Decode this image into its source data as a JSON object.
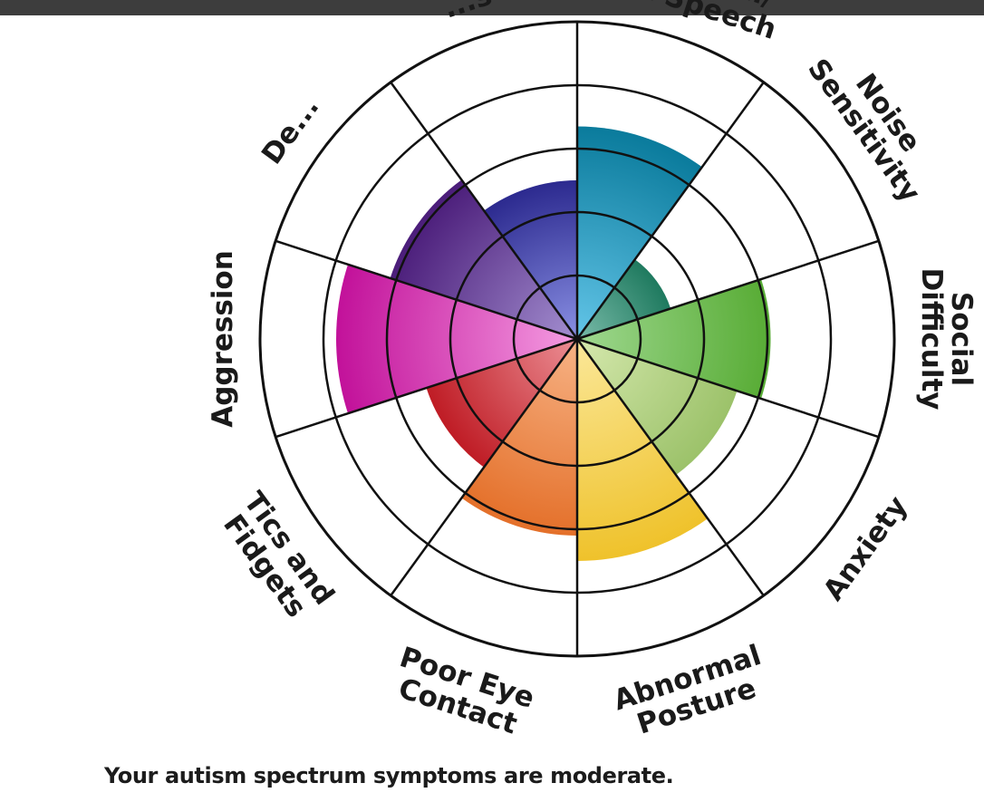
{
  "page": {
    "result_text": "Your autism spectrum symptoms are moderate."
  },
  "chart_data": {
    "type": "polar-area",
    "title": "",
    "scale_rings": 5,
    "max_value": 5,
    "categories": [
      {
        "label_lines": [
          "Abnormal/",
          "Flat Speech"
        ],
        "value": 3.35,
        "colors": [
          "#63c5e8",
          "#0a7b9c"
        ]
      },
      {
        "label_lines": [
          "Noise",
          "Sensitivity"
        ],
        "value": 1.55,
        "colors": [
          "#79bba9",
          "#1f7a5f"
        ]
      },
      {
        "label_lines": [
          "Social",
          "Difficulty"
        ],
        "value": 3.05,
        "colors": [
          "#9fd890",
          "#58ac35"
        ]
      },
      {
        "label_lines": [
          "Anxiety"
        ],
        "value": 2.65,
        "colors": [
          "#d5e8ad",
          "#9cc26a"
        ]
      },
      {
        "label_lines": [
          "Abnormal",
          "Posture"
        ],
        "value": 3.5,
        "colors": [
          "#fbe89a",
          "#efc22b"
        ]
      },
      {
        "label_lines": [
          "Poor Eye",
          "Contact"
        ],
        "value": 3.1,
        "colors": [
          "#f7b386",
          "#e4702a"
        ]
      },
      {
        "label_lines": [
          "Tics and",
          "Fidgets"
        ],
        "value": 2.5,
        "colors": [
          "#ec8f95",
          "#bf1c25"
        ]
      },
      {
        "label_lines": [
          "Aggression"
        ],
        "value": 3.8,
        "colors": [
          "#f59de2",
          "#c2119a"
        ]
      },
      {
        "label_lines": [
          "De..."
        ],
        "value": 3.1,
        "colors": [
          "#a38fd0",
          "#4b1d7a"
        ]
      },
      {
        "label_lines": [
          "...s"
        ],
        "value": 2.5,
        "colors": [
          "#8a90e4",
          "#2c2a8f"
        ]
      }
    ]
  }
}
